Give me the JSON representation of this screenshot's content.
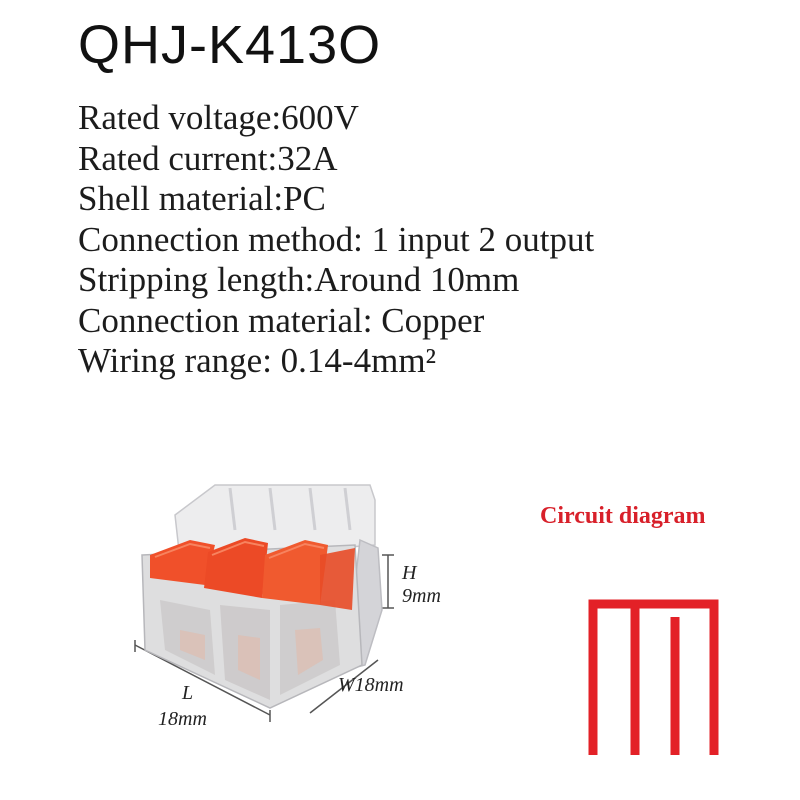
{
  "title": "QHJ-K413O",
  "specs": [
    "Rated voltage:600V",
    "Rated current:32A",
    "Shell material:PC",
    "Connection method: 1 input 2 output",
    "Stripping length:Around 10mm",
    "Connection material: Copper",
    "Wiring range: 0.14-4mm²"
  ],
  "dimensions": {
    "height": "H 9mm",
    "width": "W18mm",
    "length_label": "L",
    "length_value": "18mm"
  },
  "circuit": {
    "label": "Circuit diagram",
    "color": "#e32127"
  },
  "colors": {
    "lever": "#f0502a",
    "housing": "#d9d9dc"
  }
}
